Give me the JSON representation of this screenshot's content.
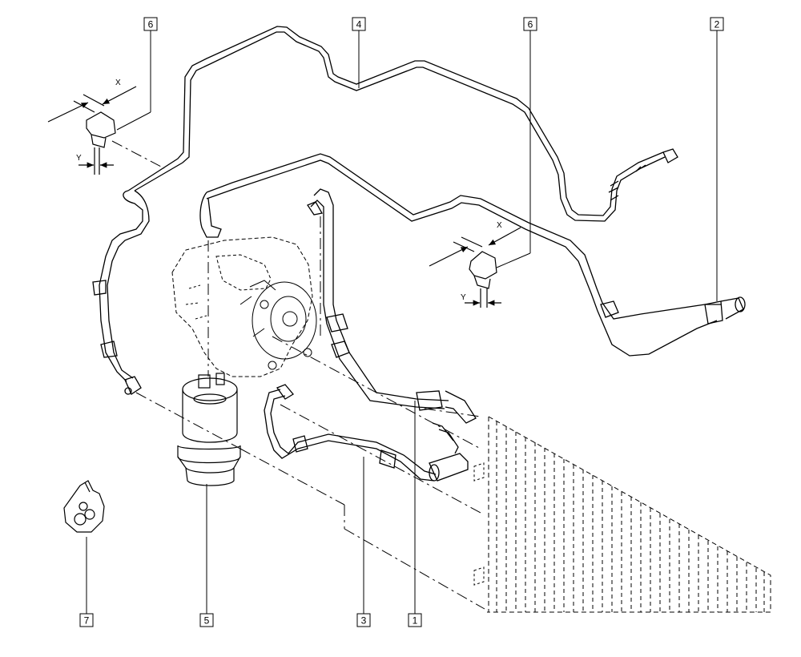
{
  "callouts": [
    {
      "id": "c6a",
      "label": "6"
    },
    {
      "id": "c4",
      "label": "4"
    },
    {
      "id": "c6b",
      "label": "6"
    },
    {
      "id": "c2",
      "label": "2"
    },
    {
      "id": "c7",
      "label": "7"
    },
    {
      "id": "c5",
      "label": "5"
    },
    {
      "id": "c3",
      "label": "3"
    },
    {
      "id": "c1",
      "label": "1"
    }
  ],
  "dimensions": {
    "left": {
      "x_label": "X",
      "y_label": "Y"
    },
    "right": {
      "x_label": "X",
      "y_label": "Y"
    }
  },
  "colors": {
    "line": "#000000",
    "background": "#ffffff"
  }
}
